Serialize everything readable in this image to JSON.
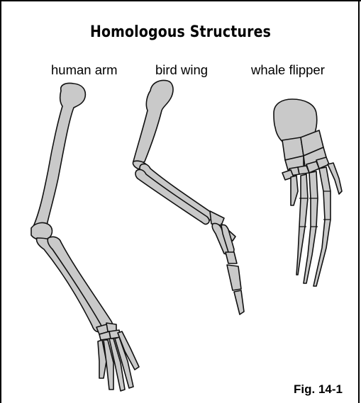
{
  "title": "Homologous Structures",
  "labels": {
    "human_arm": "human arm",
    "bird_wing": "bird wing",
    "whale_flipper": "whale flipper"
  },
  "figure_label": "Fig. 14-1",
  "colors": {
    "bone_fill": "#c9c9c9",
    "outline": "#111111",
    "frame": "#000000"
  }
}
